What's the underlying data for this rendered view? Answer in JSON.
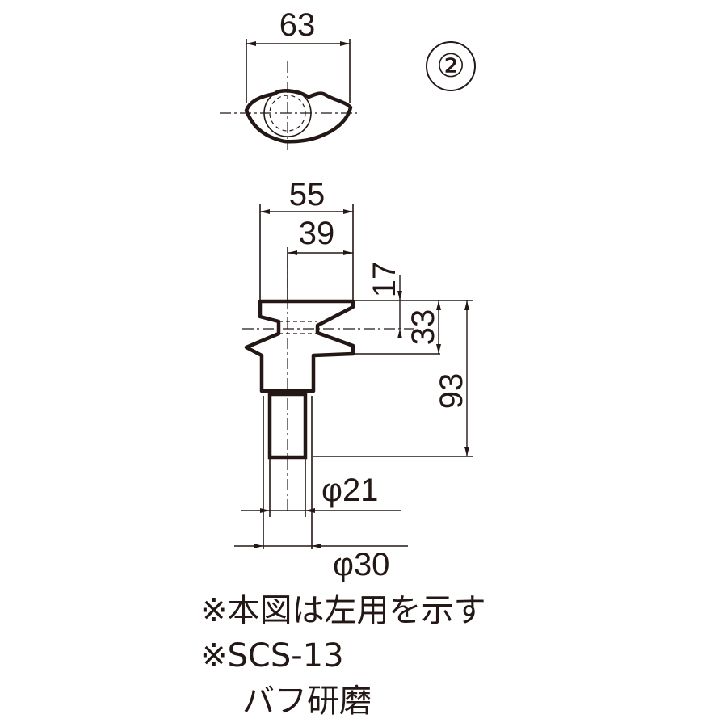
{
  "part_number": "②",
  "top_view": {
    "width_label": "63"
  },
  "front_view": {
    "overall_width_label": "55",
    "right_width_label": "39",
    "top_height_label": "17",
    "grip_height_label": "33",
    "total_height_label": "93",
    "small_diameter_label": "φ21",
    "large_diameter_label": "φ30"
  },
  "notes": {
    "line1": "※本図は左用を示す",
    "line2": "※SCS-13",
    "line3": "バフ研磨"
  }
}
